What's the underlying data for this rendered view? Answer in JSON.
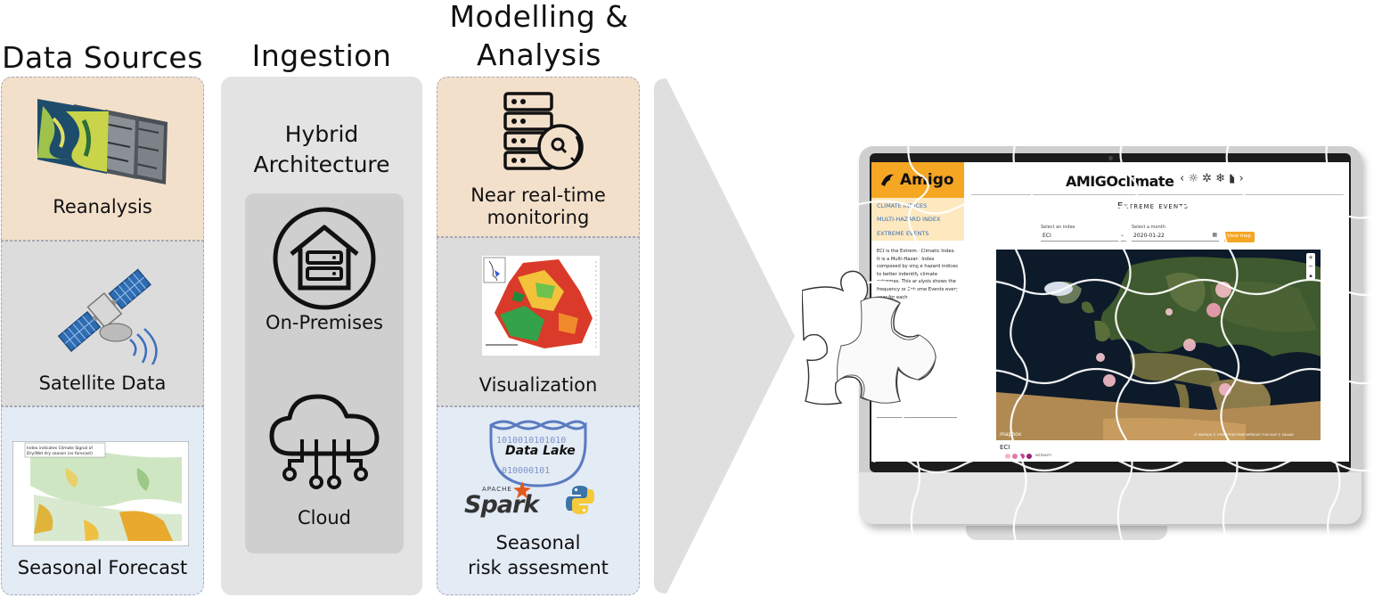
{
  "columns": {
    "data_sources": {
      "title": "Data Sources",
      "items": [
        {
          "label": "Reanalysis",
          "color": "#f3e0cb"
        },
        {
          "label": "Satellite Data",
          "color": "#dcdcdc"
        },
        {
          "label": "Seasonal Forecast",
          "color": "#e3ebf5"
        }
      ]
    },
    "ingestion": {
      "title": "Ingestion",
      "subtitle_line1": "Hybrid",
      "subtitle_line2": "Architecture",
      "items": [
        {
          "label": "On-Premises"
        },
        {
          "label": "Cloud"
        }
      ],
      "outer_color": "#e3e3e3",
      "inner_color": "#cfcfcf"
    },
    "modelling": {
      "title_line1": "Modelling &",
      "title_line2": "Analysis",
      "items": [
        {
          "label_line1": "Near real-time",
          "label_line2": "monitoring",
          "color": "#f3e0cb"
        },
        {
          "label_line1": "Visualization",
          "label_line2": "",
          "color": "#dcdcdc"
        },
        {
          "label_line1": "Seasonal",
          "label_line2": "risk assesment",
          "color": "#e3ebf5"
        }
      ],
      "data_lake_label": "Data Lake",
      "spark_label": "Spark",
      "apache_label": "APACHE"
    }
  },
  "forecast_legend": {
    "line1": "Index indicates Climate Signal of",
    "line2": "Dry/Wet dry season (vs forecast)"
  },
  "monitor": {
    "logo_text": "Amigo",
    "app_title": "AMIGOclimate",
    "menu": [
      "CLIMATE INDICES",
      "MULTI-HAZARD INDEX",
      "EXTREME EVENTS"
    ],
    "page_heading": "Extreme events",
    "select_index_label": "Select an index",
    "select_index_value": "ECI",
    "select_date_label": "Select a month",
    "select_date_value": "2020-01-22",
    "view_button": "View map",
    "description": "ECI is the Extreme Climatic Index. It is a Multi-Hazard Index composed by single hazard indices to better indentify climate extremes. This analysis shows the frequency of Extreme Events every year for each",
    "mapbox_label": "mapbox",
    "attribution": "© MAPBOX © OPENSTREETMAP IMPROVE THIS MAP © MAXAR",
    "legend_label": "ECI",
    "intensity_label": "INTENSITY",
    "accent": "#f5a623"
  }
}
